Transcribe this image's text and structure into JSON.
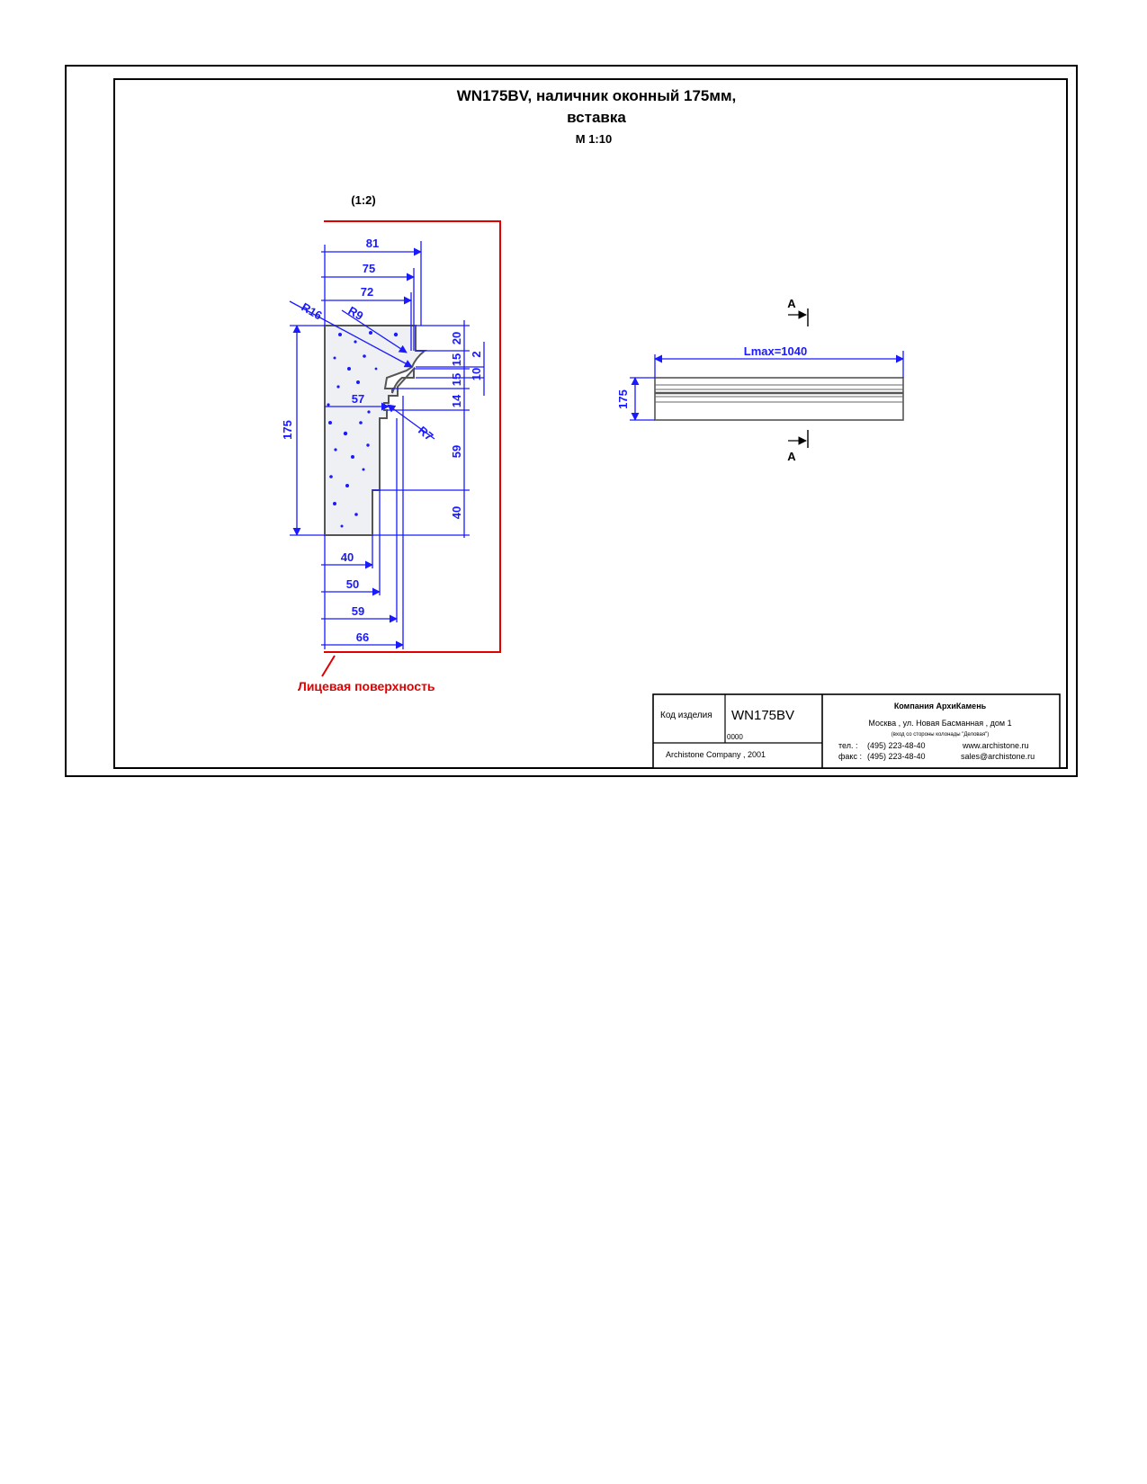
{
  "drawing": {
    "title_line1": "WN175BV, наличник оконный 175мм,",
    "title_line2": "вставка",
    "scale": "М 1:10",
    "detail_scale": "(1:2)"
  },
  "section": {
    "dims_top": [
      "81",
      "75",
      "72"
    ],
    "dims_right": [
      "20",
      "15",
      "15",
      "14",
      "59",
      "40"
    ],
    "dims_right_small": [
      "2",
      "10"
    ],
    "dims_bottom": [
      "40",
      "50",
      "59",
      "66"
    ],
    "dim_height": "175",
    "dim_inner": "57",
    "radii": [
      "R16",
      "R9",
      "R7"
    ],
    "face_label": "Лицевая поверхность"
  },
  "elevation": {
    "length_label": "Lmax=1040",
    "height_label": "175",
    "section_mark": "A"
  },
  "title_block": {
    "code_label": "Код изделия",
    "code_value": "WN175BV",
    "code_sub": "0000",
    "copyright": "Archistone  Company ,  2001",
    "company": "Компания  АрхиКамень",
    "address": "Москва , ул. Новая Басманная , дом 1",
    "address_note": "(вход со стороны колонады \"Деловая\")",
    "phone_label": "тел.  :",
    "phone": "(495) 223-48-40",
    "fax_label": "факс :",
    "fax": "(495) 223-48-40",
    "website": "www.archistone.ru",
    "email": "sales@archistone.ru"
  },
  "colors": {
    "dimension": "#1a1aff",
    "face_outline": "#e00000",
    "profile_fill": "#eef0f4",
    "frame": "#000000"
  }
}
